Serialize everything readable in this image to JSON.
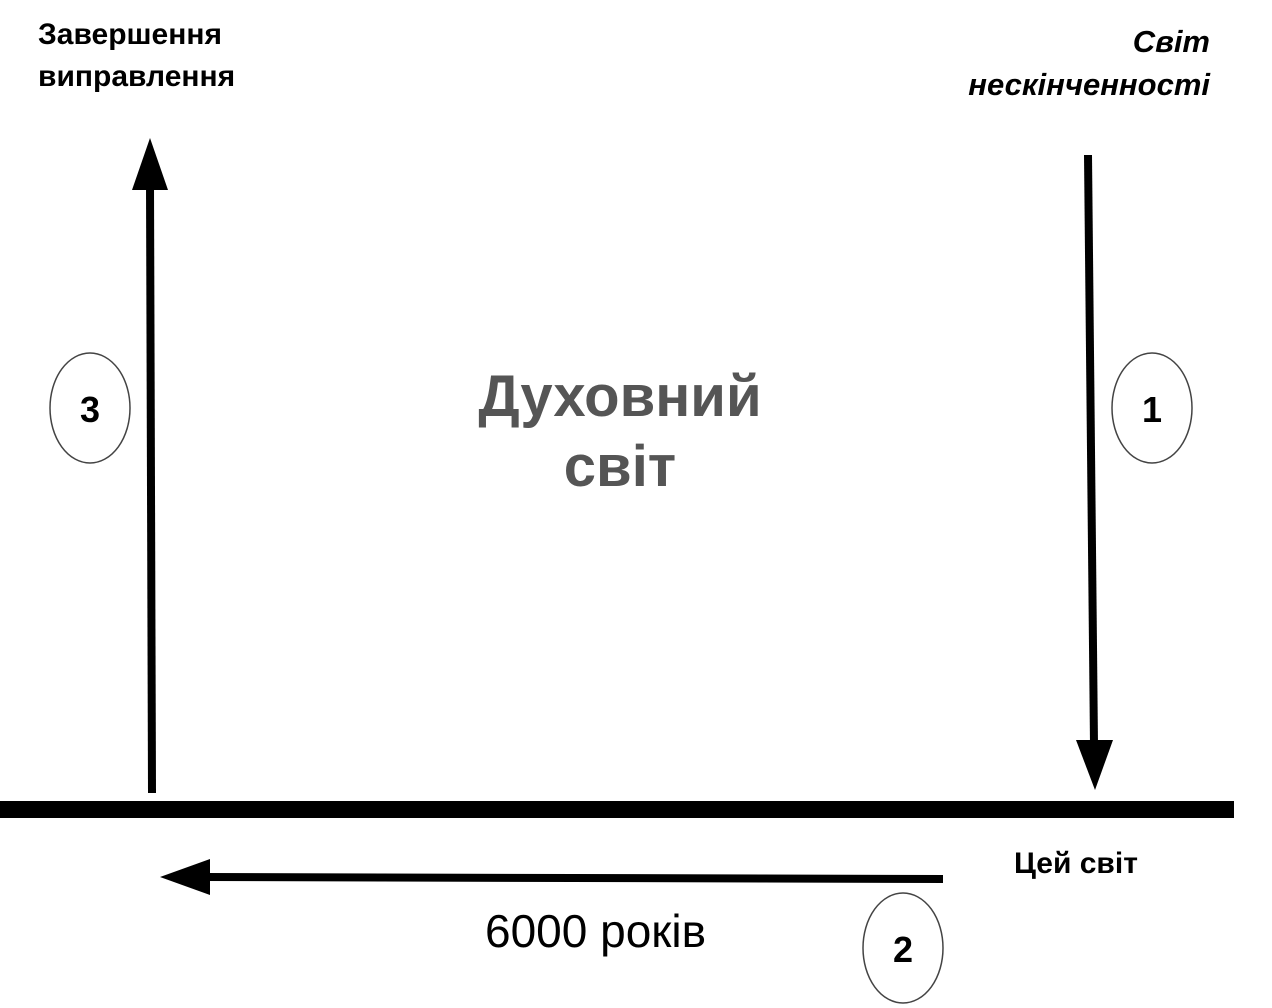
{
  "labels": {
    "completion_line1": "Завершення",
    "completion_line2": "виправлення",
    "infinity_line1": "Світ",
    "infinity_line2": "нескінченності",
    "spiritual_line1": "Духовний",
    "spiritual_line2": "світ",
    "this_world": "Цей світ",
    "years": "6000 років"
  },
  "steps": [
    "1",
    "2",
    "3"
  ]
}
